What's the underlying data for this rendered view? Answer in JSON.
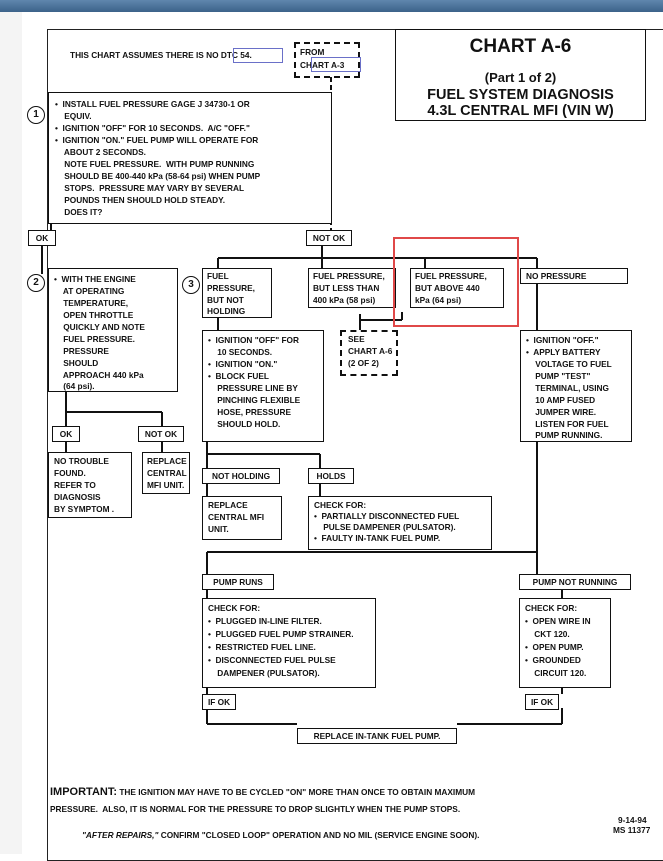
{
  "header": {
    "assumption": "THIS CHART ASSUMES THERE IS NO DTC 54.",
    "from_label": "FROM",
    "from_chart": "CHART A-3",
    "chart_title": "CHART A-6",
    "part": "(Part 1 of 2)",
    "subtitle1": "FUEL SYSTEM DIAGNOSIS",
    "subtitle2": "4.3L  CENTRAL MFI  (VIN W)"
  },
  "step1": {
    "num": "1",
    "lines": [
      "•  INSTALL FUEL PRESSURE GAGE J 34730-1 OR",
      "    EQUIV.",
      "•  IGNITION \"OFF\" FOR 10 SECONDS.  A/C \"OFF.\"",
      "•  IGNITION \"ON.\" FUEL PUMP WILL OPERATE FOR",
      "    ABOUT 2 SECONDS.",
      "    NOTE FUEL PRESSURE.  WITH PUMP RUNNING",
      "    SHOULD BE 400-440 kPa (58-64 psi) WHEN PUMP",
      "    STOPS.  PRESSURE MAY VARY BY SEVERAL",
      "    POUNDS THEN SHOULD HOLD STEADY.",
      "    DOES IT?"
    ]
  },
  "ok_label": "OK",
  "not_ok_label": "NOT OK",
  "step2": {
    "num": "2",
    "lines": [
      "•  WITH THE ENGINE",
      "    AT OPERATING",
      "    TEMPERATURE,",
      "    OPEN THROTTLE",
      "    QUICKLY AND NOTE",
      "    FUEL PRESSURE.",
      "    PRESSURE",
      "    SHOULD",
      "    APPROACH 440 kPa",
      "    (64 psi)."
    ]
  },
  "ok2": "OK",
  "notok2": "NOT OK",
  "no_trouble": [
    "NO TROUBLE",
    "FOUND.",
    "REFER TO",
    "DIAGNOSIS",
    "BY SYMPTOM ."
  ],
  "replace_mfi": [
    "REPLACE",
    "CENTRAL",
    "MFI UNIT."
  ],
  "step3": {
    "num": "3"
  },
  "branch_not_holding": [
    "FUEL",
    "PRESSURE,",
    "BUT NOT",
    "HOLDING"
  ],
  "branch_less": [
    "FUEL PRESSURE,",
    "BUT LESS THAN",
    "400 kPa (58 psi)"
  ],
  "branch_above": [
    "FUEL PRESSURE,",
    "BUT ABOVE 440",
    "kPa (64 psi)"
  ],
  "branch_no_pressure": "NO PRESSURE",
  "see_chart": [
    "SEE",
    "CHART A-6",
    "(2 OF 2)"
  ],
  "block_steps": [
    "•  IGNITION \"OFF\" FOR",
    "    10 SECONDS.",
    "•  IGNITION \"ON.\"",
    "•  BLOCK FUEL",
    "    PRESSURE LINE BY",
    "    PINCHING FLEXIBLE",
    "    HOSE, PRESSURE",
    "    SHOULD HOLD."
  ],
  "battery_steps": [
    "•  IGNITION \"OFF.\"",
    "•  APPLY BATTERY",
    "    VOLTAGE TO FUEL",
    "    PUMP \"TEST\"",
    "    TERMINAL, USING",
    "    10 AMP FUSED",
    "    JUMPER WIRE.",
    "    LISTEN FOR FUEL",
    "    PUMP RUNNING."
  ],
  "not_holding": "NOT HOLDING",
  "holds": "HOLDS",
  "replace_central": [
    "REPLACE",
    "CENTRAL MFI",
    "UNIT."
  ],
  "check_dampener": [
    "CHECK FOR:",
    "•  PARTIALLY DISCONNECTED FUEL",
    "    PULSE DAMPENER (PULSATOR).",
    "•  FAULTY IN-TANK FUEL PUMP."
  ],
  "pump_runs": "PUMP RUNS",
  "pump_not_running": "PUMP NOT RUNNING",
  "check_filter": [
    "CHECK FOR:",
    "•  PLUGGED IN-LINE FILTER.",
    "•  PLUGGED FUEL PUMP STRAINER.",
    "•  RESTRICTED FUEL LINE.",
    "•  DISCONNECTED FUEL PULSE",
    "    DAMPENER (PULSATOR)."
  ],
  "check_wire": [
    "CHECK FOR:",
    "•  OPEN WIRE IN",
    "    CKT 120.",
    "•  OPEN PUMP.",
    "•  GROUNDED",
    "    CIRCUIT 120."
  ],
  "if_ok_left": "IF OK",
  "if_ok_right": "IF OK",
  "replace_intank": "REPLACE IN-TANK FUEL PUMP.",
  "important_head": "IMPORTANT:",
  "important_1": " THE IGNITION MAY HAVE TO BE CYCLED \"ON\" MORE THAN ONCE TO OBTAIN MAXIMUM",
  "important_2": "PRESSURE.  ALSO, IT IS NORMAL FOR THE PRESSURE TO DROP SLIGHTLY WHEN THE PUMP STOPS.",
  "footer_date": "9-14-94",
  "footer_ms": "MS 11377",
  "after_repairs": "\"AFTER REPAIRS,\"",
  "after_repairs_rest": " CONFIRM \"CLOSED LOOP\" OPERATION AND NO MIL (SERVICE ENGINE SOON).",
  "colors": {
    "highlight": "#e04848",
    "topbar": "#4a7199",
    "select_box": "#6a70c8"
  }
}
